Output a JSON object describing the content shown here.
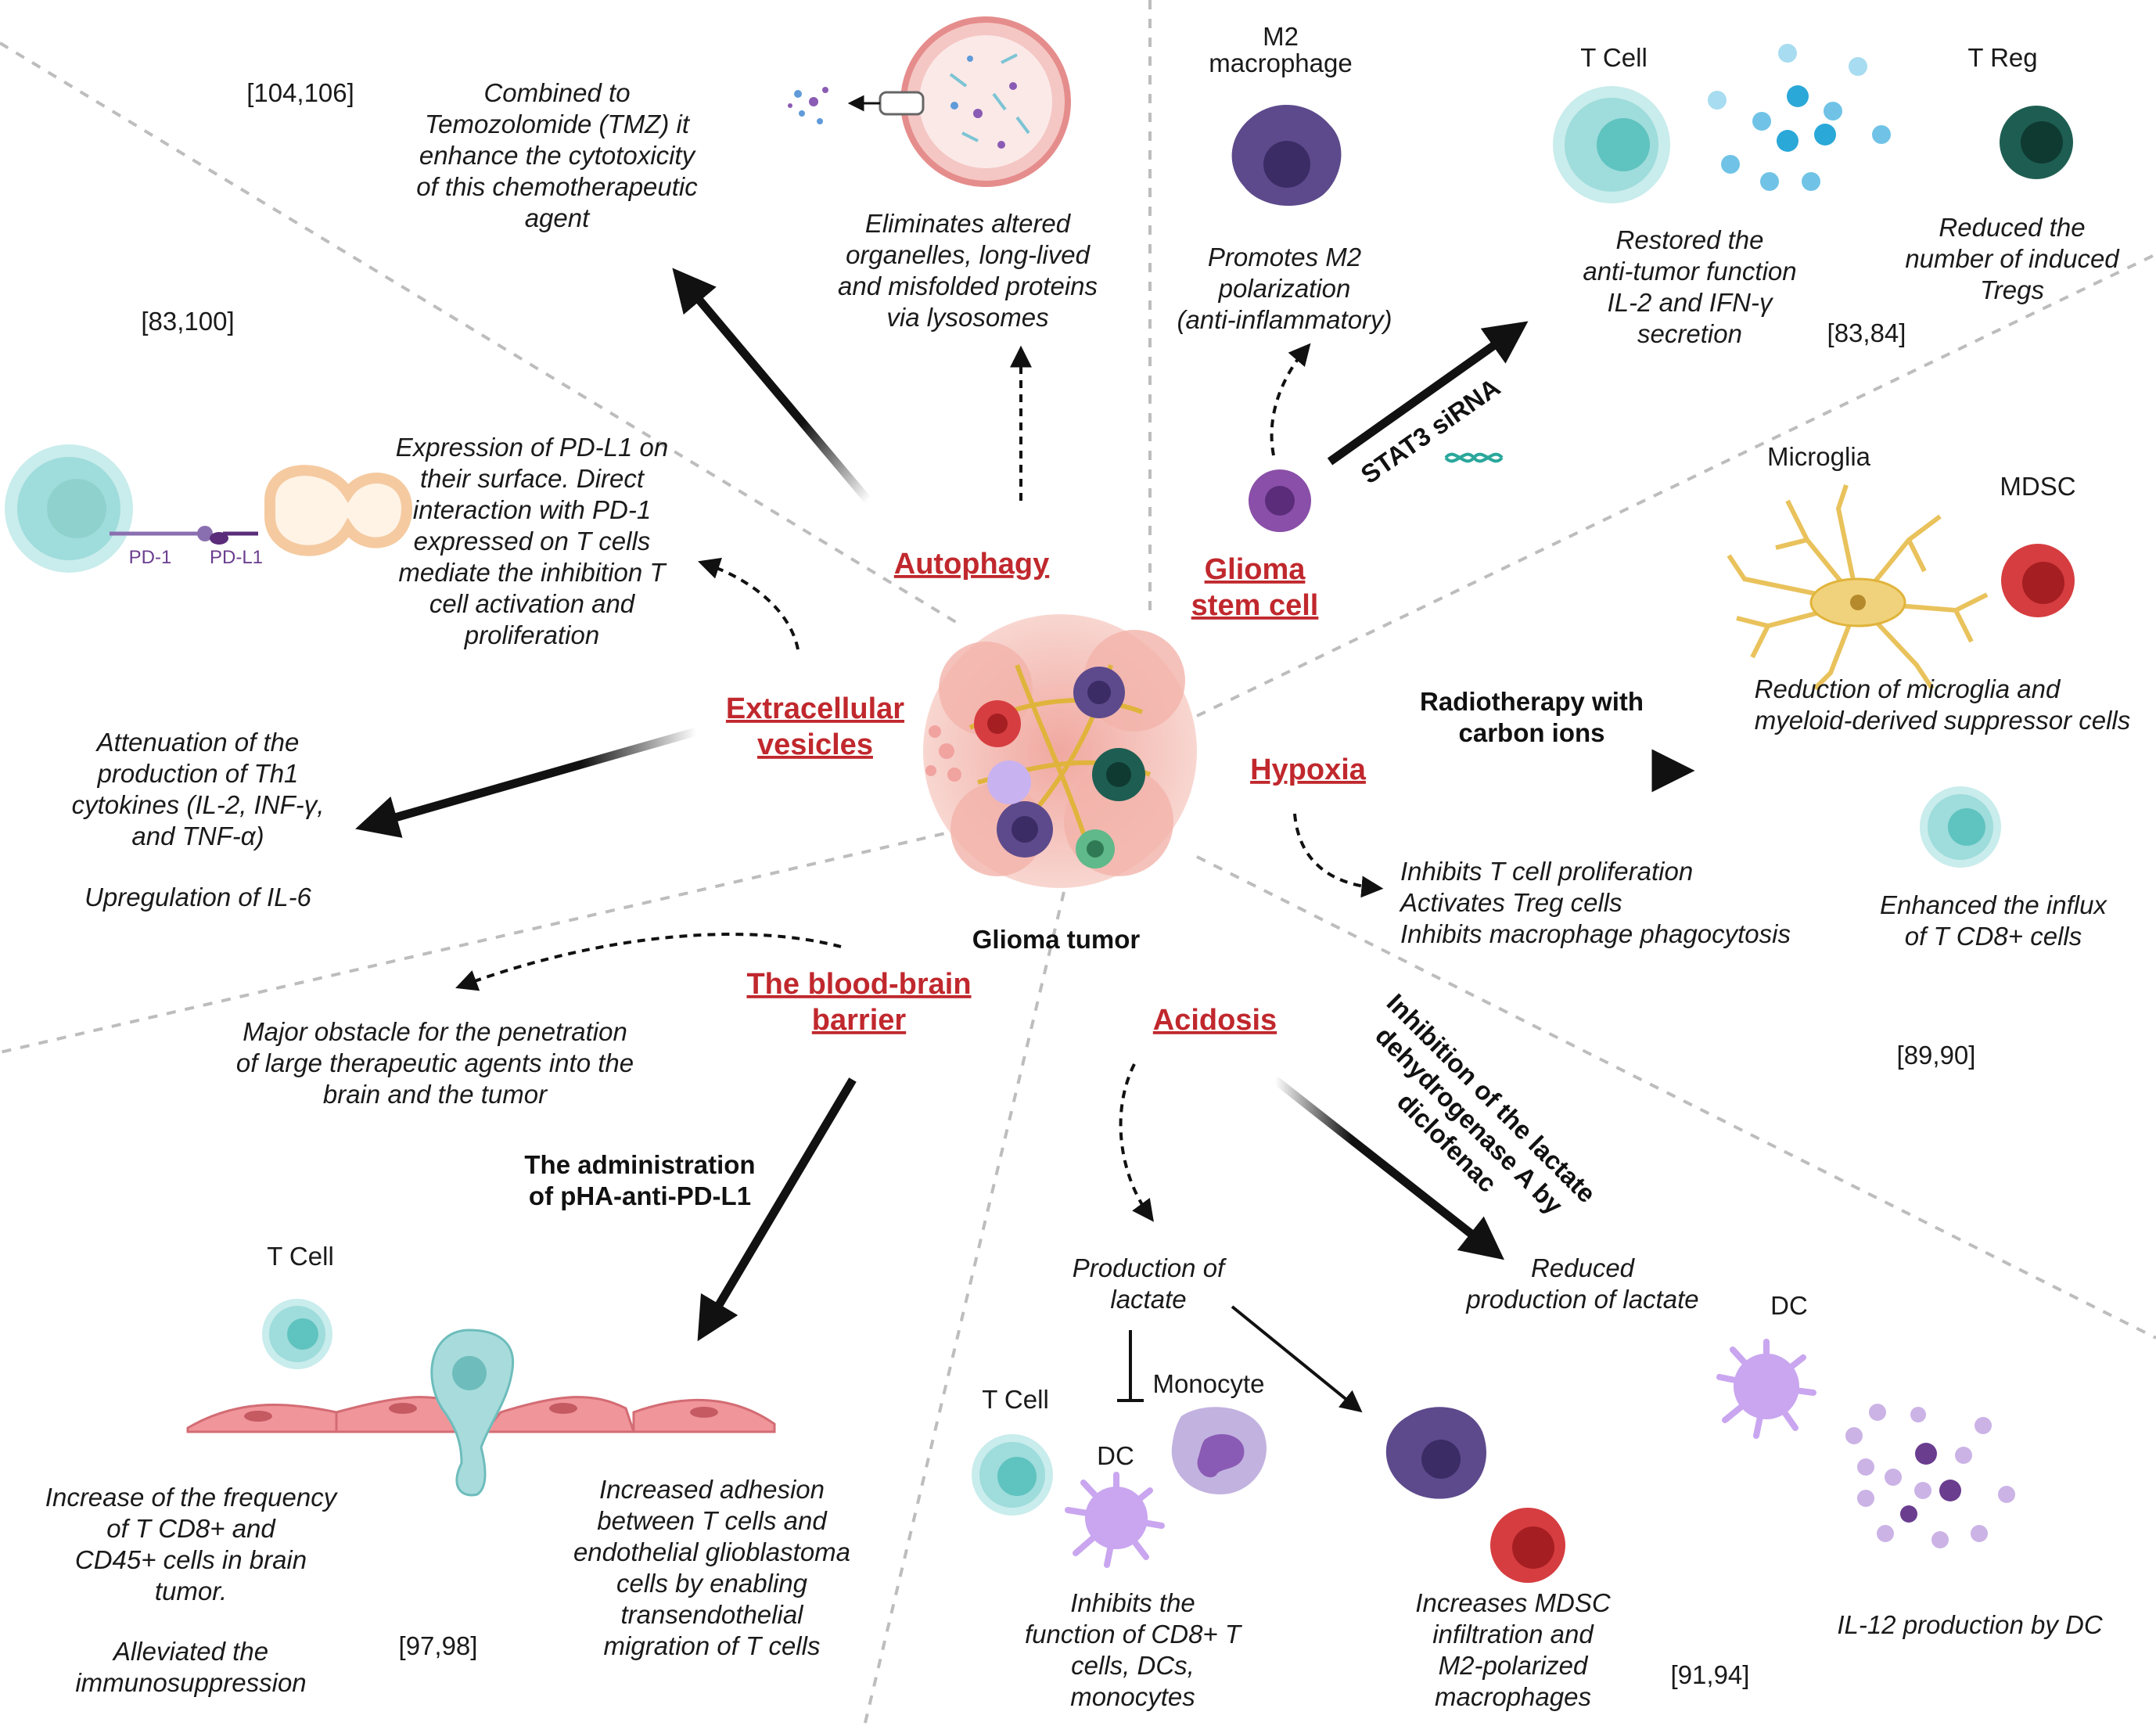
{
  "center": {
    "label": "Glioma tumor"
  },
  "hubs": {
    "autophagy": "Autophagy",
    "glioma_stem_cell": [
      "Glioma",
      "stem cell"
    ],
    "extracellular_vesicles": [
      "Extracellular",
      "vesicles"
    ],
    "hypoxia": "Hypoxia",
    "bbb": [
      "The blood-brain",
      "barrier"
    ],
    "acidosis": "Acidosis"
  },
  "autophagy": {
    "ref": "[104,106]",
    "tmz_text": [
      "Combined to",
      "Temozolomide (TMZ) it",
      "enhance the cytotoxicity",
      "of this chemotherapeutic",
      "agent"
    ],
    "lysosome_text": [
      "Eliminates  altered",
      "organelles, long-lived",
      "and misfolded proteins",
      "via lysosomes"
    ]
  },
  "stem_cell": {
    "m2_label": [
      "M2",
      "macrophage"
    ],
    "m2_text": [
      "Promotes M2",
      "polarization",
      "(anti-inflammatory)"
    ],
    "arrow_label": "STAT3 siRNA",
    "tcell_label": "T Cell",
    "treg_label": "T Reg",
    "tcell_text": [
      "Restored the",
      "anti-tumor function",
      "IL-2 and IFN-γ",
      "secretion"
    ],
    "treg_text": [
      "Reduced the",
      "number of induced",
      "Tregs"
    ],
    "ref": "[83,84]"
  },
  "vesicles": {
    "ref": "[83,100]",
    "pd1_label": "PD-1",
    "pdl1_label": "PD-L1",
    "pdl1_text": [
      "Expression of PD-L1 on",
      "their surface. Direct",
      "interaction with PD-1",
      "expressed on T cells",
      "mediate the inhibition T",
      "cell activation and",
      "proliferation"
    ],
    "th1_text": [
      "Attenuation of the",
      "production of Th1",
      "cytokines (IL-2, INF-γ,",
      "and TNF-α)"
    ],
    "il6_text": "Upregulation of IL-6"
  },
  "hypoxia": {
    "microglia_label": "Microglia",
    "mdsc_label": "MDSC",
    "arrow_label": [
      "Radiotherapy with",
      "carbon ions"
    ],
    "reduction_text": [
      "Reduction of microglia and",
      "myeloid-derived suppressor cells"
    ],
    "inhibits_text": [
      "Inhibits T cell proliferation",
      "Activates Treg cells",
      "Inhibits macrophage phagocytosis"
    ],
    "influx_text": [
      "Enhanced the influx",
      "of T CD8+ cells"
    ],
    "ref": "[89,90]"
  },
  "bbb": {
    "obstacle_text": [
      "Major obstacle for the penetration",
      "of large therapeutic agents into the",
      "brain and the tumor"
    ],
    "arrow_label": [
      "The administration",
      "of pHA-anti-PD-L1"
    ],
    "tcell_label": "T Cell",
    "freq_text": [
      "Increase of the frequency",
      "of T CD8+ and",
      "CD45+ cells in brain",
      "tumor."
    ],
    "alleviate_text": [
      "Alleviated the",
      "immunosuppression"
    ],
    "adhesion_text": [
      "Increased  adhesion",
      "between T cells and",
      "endothelial glioblastoma",
      "cells by enabling",
      "transendothelial",
      "migration of T cells"
    ],
    "ref": "[97,98]"
  },
  "acidosis": {
    "arrow_label": [
      "Inhibition of the lactate",
      "dehydrogenase A by",
      "diclofenac"
    ],
    "production_text": [
      "Production of",
      "lactate"
    ],
    "reduced_text": [
      "Reduced",
      "production of lactate"
    ],
    "monocyte_label": "Monocyte",
    "tcell_label": "T Cell",
    "dc_label": "DC",
    "dc2_label": "DC",
    "inhibits_text": [
      "Inhibits the",
      "function of CD8+ T",
      "cells, DCs,",
      "monocytes"
    ],
    "mdsc_text": [
      "Increases MDSC",
      "infiltration and",
      "M2-polarized",
      "macrophages"
    ],
    "il12_text": "IL-12 production by DC",
    "ref": "[91,94]"
  },
  "colors": {
    "hub_red": "#c0282d",
    "purple_dark": "#5d4a8c",
    "tcell_teal": "#9fdcdc",
    "treg_green": "#1e5e52",
    "mdsc_red": "#d63d40",
    "microglia_yellow": "#e9c25c",
    "endothelial_pink": "#f0959a"
  }
}
